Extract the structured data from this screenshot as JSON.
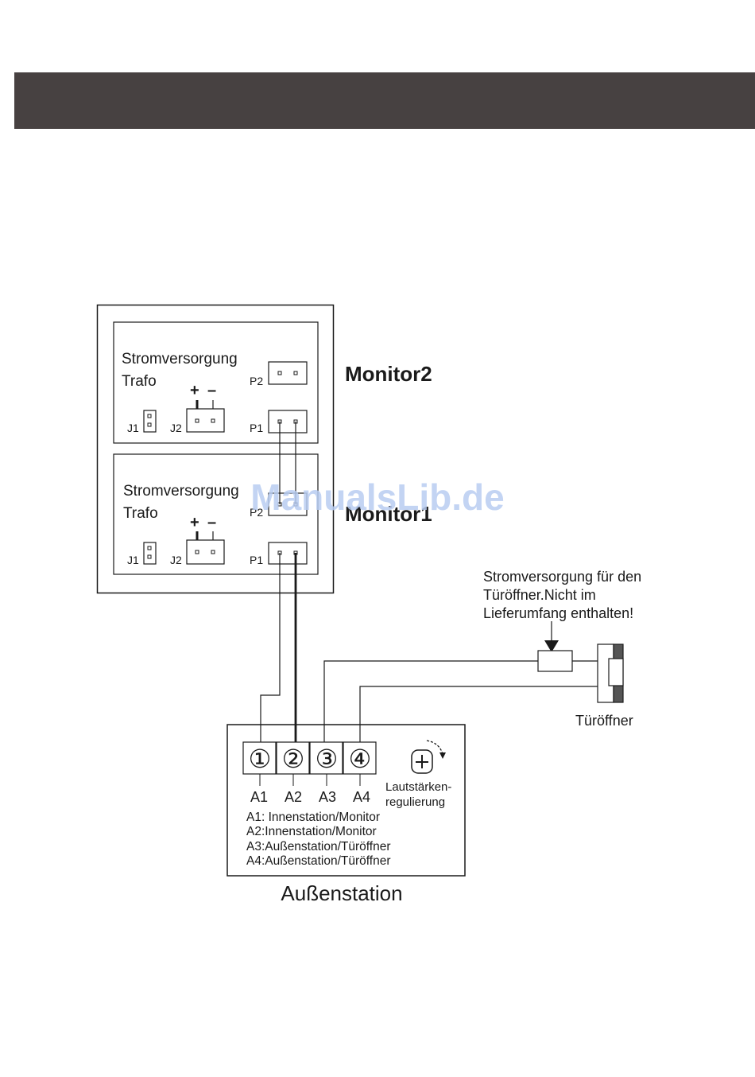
{
  "monitor2": {
    "title": "Monitor2",
    "supply_label_1": "Stromversorgung",
    "supply_label_2": "Trafo",
    "plus": "+",
    "minus": "–",
    "j1": "J1",
    "j2": "J2",
    "p1": "P1",
    "p2": "P2"
  },
  "monitor1": {
    "title": "Monitor1",
    "supply_label_1": "Stromversorgung",
    "supply_label_2": "Trafo",
    "plus": "+",
    "minus": "–",
    "j1": "J1",
    "j2": "J2",
    "p1": "P1",
    "p2": "P2"
  },
  "door_supply": {
    "line_1": "Stromversorgung für den",
    "line_2": "Türöffner.Nicht im",
    "line_3": "Lieferumfang enthalten!"
  },
  "door_opener": {
    "label": "Türöffner"
  },
  "outdoor_station": {
    "title": "Außenstation",
    "terminals": [
      {
        "symbol": "①",
        "name": "A1"
      },
      {
        "symbol": "②",
        "name": "A2"
      },
      {
        "symbol": "③",
        "name": "A3"
      },
      {
        "symbol": "④",
        "name": "A4"
      }
    ],
    "volume_label_1": "Lautstärken-",
    "volume_label_2": "regulierung",
    "legend": [
      "A1: Innenstation/Monitor",
      "A2:Innenstation/Monitor",
      "A3:Außenstation/Türöffner",
      "A4:Außenstation/Türöffner"
    ]
  },
  "watermark": "ManualsLib.de",
  "colors": {
    "header_bar": "#474141",
    "ink": "#1a1a1a",
    "watermark": "#b9cdf2"
  }
}
